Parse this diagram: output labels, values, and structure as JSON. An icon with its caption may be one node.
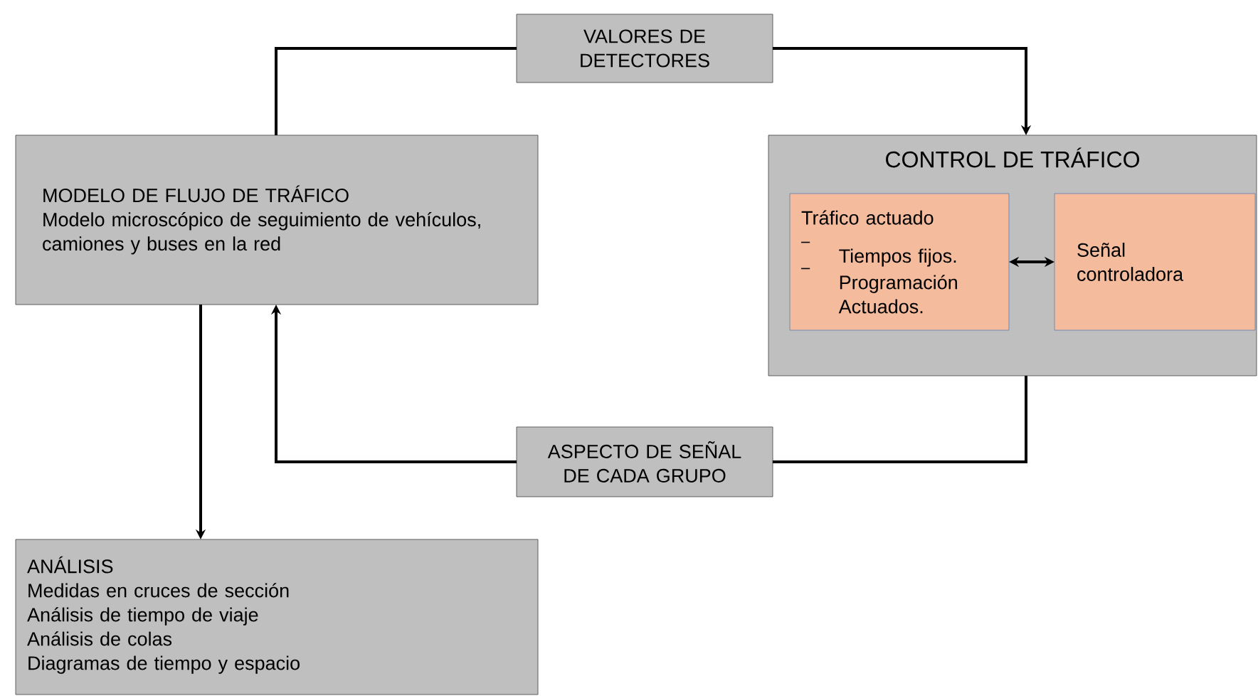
{
  "diagram": {
    "nodes": [
      {
        "text": [
          "MODELO DE FLUJO DE TRÁFICO",
          "Modelo microscópico de seguimiento de vehículos, camiones y buses en la red"
        ]
      },
      {
        "text": [
          "VALORES DE DETECTORES"
        ]
      },
      {
        "text": [
          "CONTROL DE TRÁFICO"
        ]
      },
      {
        "text": [
          "Tráfico actuado",
          "Tiempos fijos.",
          "Programación Actuados."
        ],
        "in": 2
      },
      {
        "text": [
          "Señal controladora"
        ],
        "in": 2
      },
      {
        "text": [
          "ASPECTO DE SEÑAL DE CADA GRUPO"
        ]
      },
      {
        "text": [
          "ANÁLISIS",
          "Medidas  en cruces de sección",
          "Análisis de tiempo de viaje",
          "Análisis de colas",
          "Diagramas de tiempo y espacio"
        ]
      }
    ],
    "edges": [
      {
        "from": 0,
        "to": 1,
        "arrow": "none"
      },
      {
        "from": 1,
        "to": 2,
        "arrow": "to"
      },
      {
        "from": 2,
        "to": 5,
        "arrow": "none"
      },
      {
        "from": 5,
        "to": 0,
        "arrow": "to"
      },
      {
        "from": 0,
        "to": 6,
        "arrow": "to"
      },
      {
        "from": 3,
        "to": 4,
        "arrow": "both"
      }
    ]
  }
}
